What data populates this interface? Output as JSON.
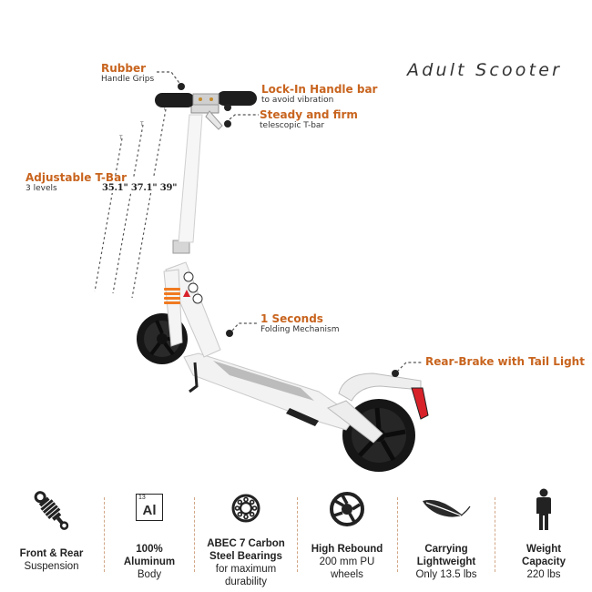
{
  "product_title": "Adult Scooter",
  "callouts": {
    "rubber": {
      "heading": "Rubber",
      "sub": "Handle Grips"
    },
    "lock_in": {
      "heading": "Lock-In Handle bar",
      "sub": "to avoid vibration"
    },
    "steady": {
      "heading": "Steady and firm",
      "sub": "telescopic T-bar"
    },
    "adjustable": {
      "heading": "Adjustable T-Bar",
      "sub": "3 levels"
    },
    "folding": {
      "heading": "1 Seconds",
      "sub": "Folding Mechanism"
    },
    "rear_brake": {
      "heading": "Rear-Brake with Tail Light"
    }
  },
  "tbar_levels": [
    "35.1\"",
    "37.1\"",
    "39\""
  ],
  "tbar_levels_text": "35.1\" 37.1\" 39\"",
  "features": [
    {
      "icon": "suspension-shock-icon",
      "title": "Front & Rear",
      "lines": [
        "Suspension"
      ]
    },
    {
      "icon": "aluminum-element-icon",
      "element_number": "13",
      "element_symbol": "Al",
      "title": "100%",
      "title2": "Aluminum",
      "lines": [
        "Body"
      ]
    },
    {
      "icon": "bearing-icon",
      "title": "ABEC 7 Carbon",
      "title2": "Steel Bearings",
      "lines": [
        "for maximum",
        "durability"
      ]
    },
    {
      "icon": "wheel-icon",
      "title": "High Rebound",
      "lines": [
        "200 mm PU",
        "wheels"
      ]
    },
    {
      "icon": "feather-icon",
      "title": "Carrying",
      "title2": "Lightweight",
      "lines": [
        "Only 13.5 lbs"
      ]
    },
    {
      "icon": "person-icon",
      "title": "Weight",
      "title2": "Capacity",
      "lines": [
        "220 lbs"
      ]
    }
  ],
  "colors": {
    "accent_orange": "#c8641e",
    "text_dark": "#222222",
    "separator": "#d2a686",
    "tail_light_red": "#d8222a",
    "wheel_black": "#161616",
    "frame_white": "#f2f2f2"
  }
}
